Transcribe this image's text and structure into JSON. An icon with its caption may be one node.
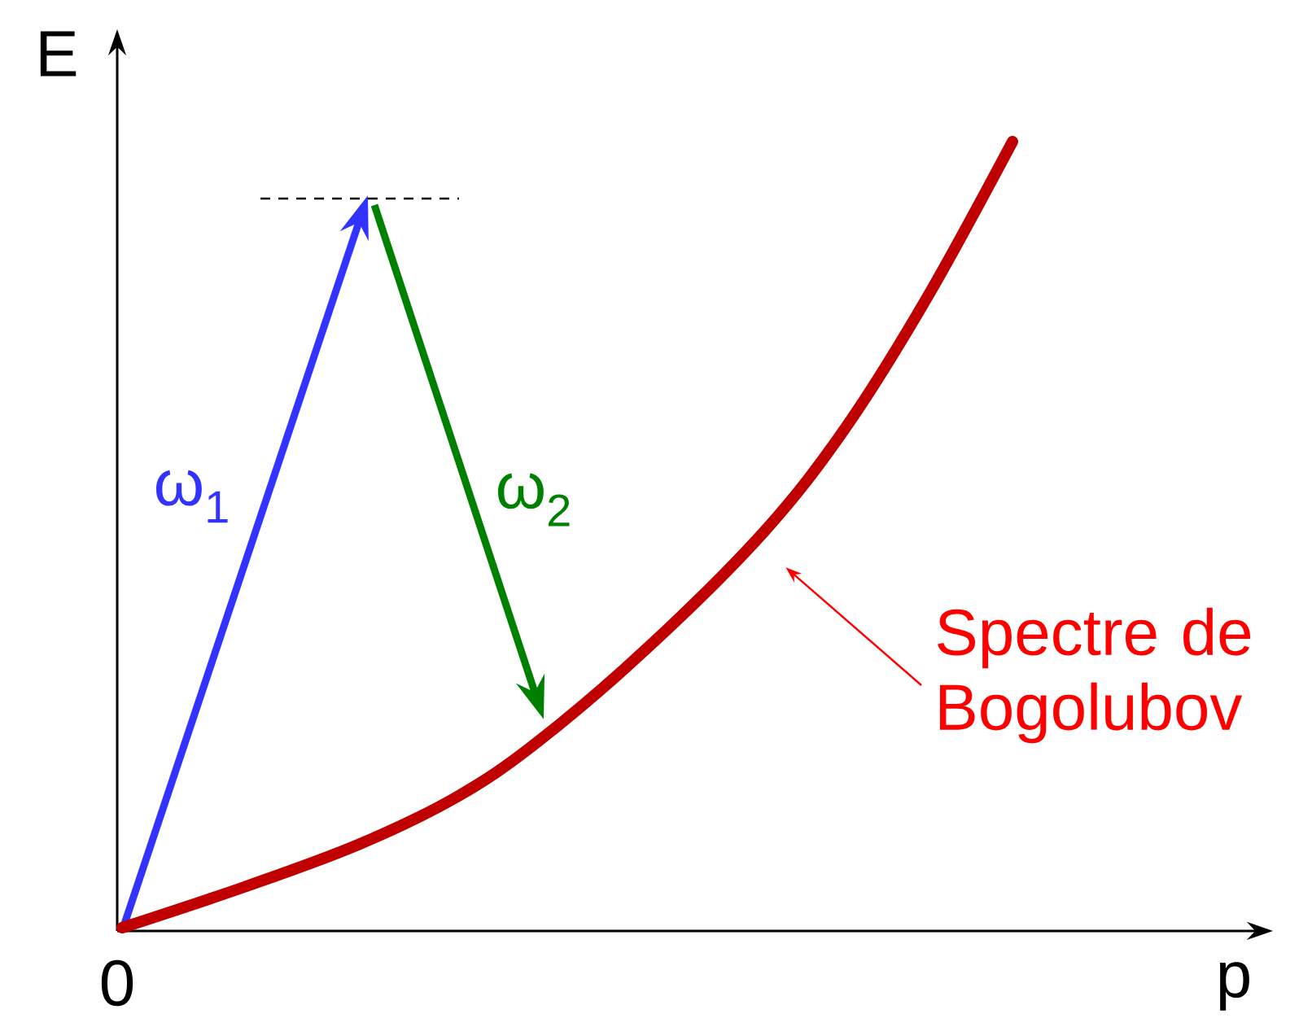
{
  "diagram": {
    "nodes": [
      {
        "text": [
          "Spectre de Bogolubov"
        ]
      },
      {
        "text": [],
        "shape": "curve"
      }
    ],
    "edges": [
      {
        "from": 0,
        "to": 1,
        "arrow": "to",
        "color": "#ff0000"
      }
    ],
    "labels": [
      "E",
      "p",
      "0",
      "ω$_{1}$",
      "ω$_{2}$"
    ]
  }
}
